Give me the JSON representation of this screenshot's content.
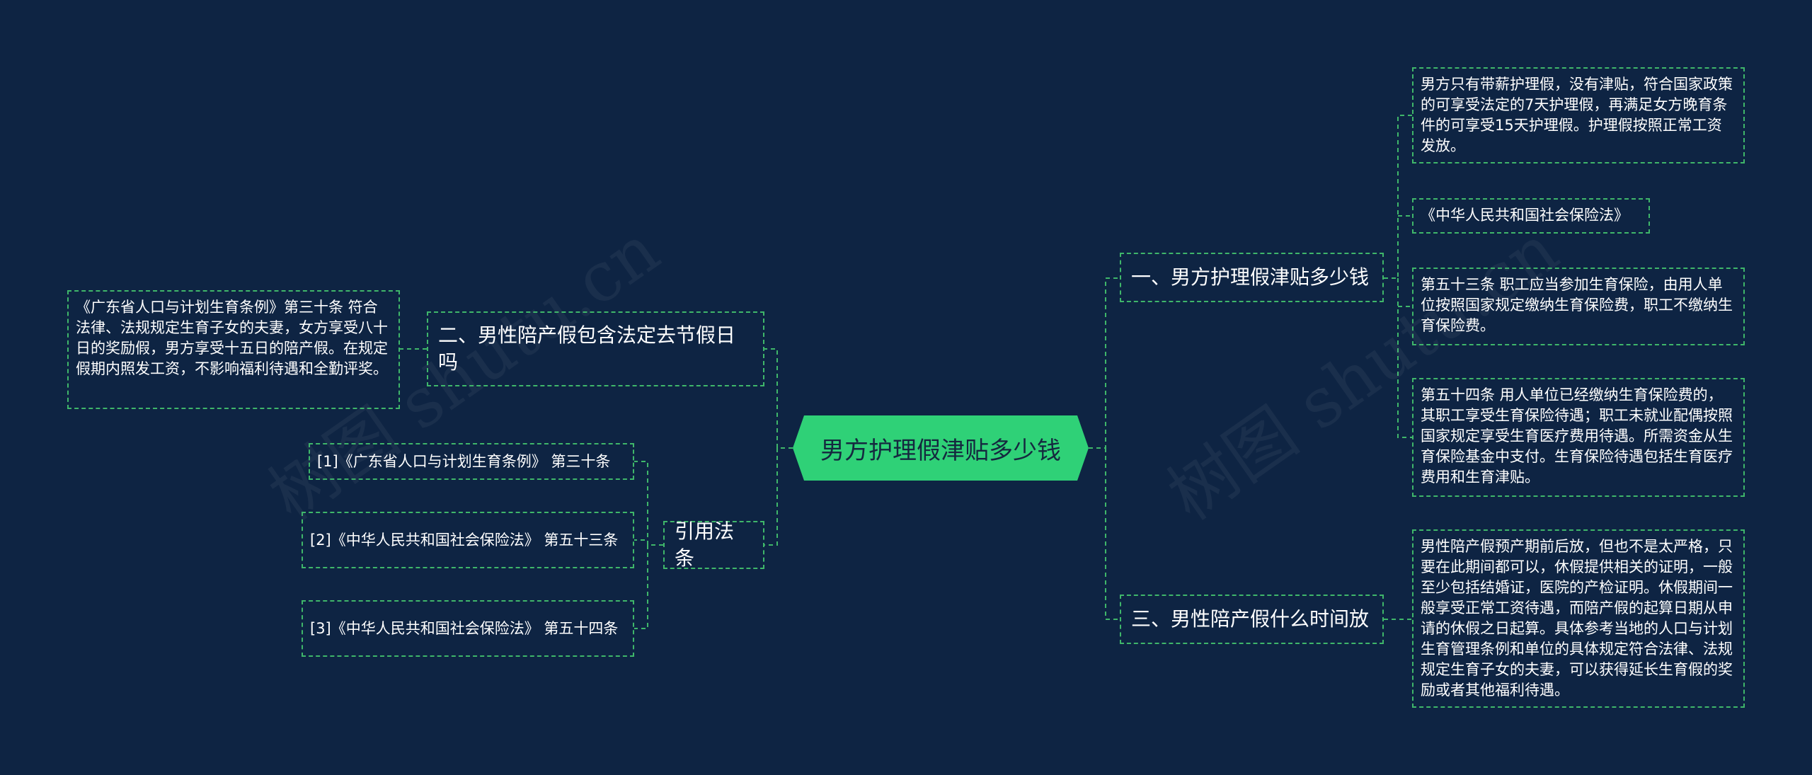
{
  "root": {
    "label": "男方护理假津贴多少钱"
  },
  "right": [
    {
      "label": "一、男方护理假津贴多少钱",
      "children": [
        "男方只有带薪护理假，没有津贴，符合国家政策的可享受法定的7天护理假，再满足女方晚育条件的可享受15天护理假。护理假按照正常工资发放。",
        "《中华人民共和国社会保险法》",
        "第五十三条 职工应当参加生育保险，由用人单位按照国家规定缴纳生育保险费，职工不缴纳生育保险费。",
        "第五十四条 用人单位已经缴纳生育保险费的，其职工享受生育保险待遇；职工未就业配偶按照国家规定享受生育医疗费用待遇。所需资金从生育保险基金中支付。生育保险待遇包括生育医疗费用和生育津贴。"
      ]
    },
    {
      "label": "三、男性陪产假什么时间放",
      "children": [
        "男性陪产假预产期前后放，但也不是太严格，只要在此期间都可以，休假提供相关的证明，一般至少包括结婚证，医院的产检证明。休假期间一般享受正常工资待遇，而陪产假的起算日期从申请的休假之日起算。具体参考当地的人口与计划生育管理条例和单位的具体规定符合法律、法规规定生育子女的夫妻，可以获得延长生育假的奖励或者其他福利待遇。"
      ]
    }
  ],
  "left": [
    {
      "label": "二、男性陪产假包含法定去节假日吗",
      "children": [
        "《广东省人口与计划生育条例》第三十条 符合法律、法规规定生育子女的夫妻，女方享受八十日的奖励假，男方享受十五日的陪产假。在规定假期内照发工资，不影响福利待遇和全勤评奖。"
      ]
    },
    {
      "label": "引用法条",
      "children": [
        "[1]《广东省人口与计划生育条例》 第三十条",
        "[2]《中华人民共和国社会保险法》 第五十三条",
        "[3]《中华人民共和国社会保险法》 第五十四条"
      ]
    }
  ],
  "watermark": "树图 shutu.cn",
  "colors": {
    "background": "#0e2443",
    "accent": "#2fd177",
    "line": "#3fb66a",
    "text": "#ffffff"
  }
}
